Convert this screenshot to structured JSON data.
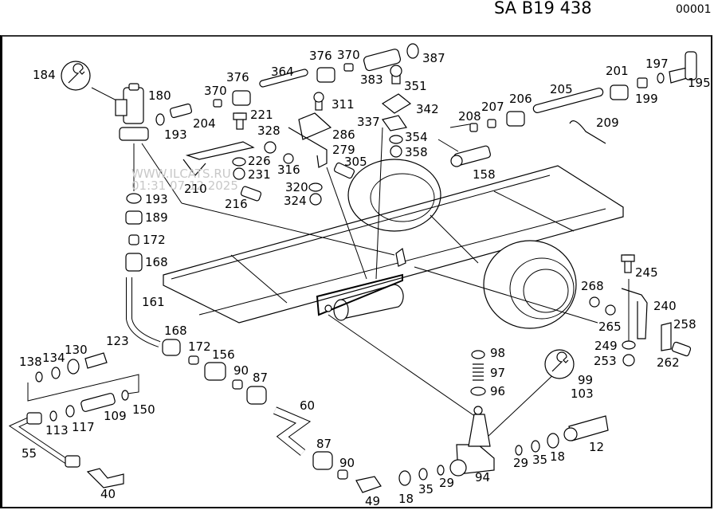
{
  "header": {
    "drawing_code": "SA B19 438",
    "sheet_number": "00001"
  },
  "watermark": {
    "site": "WWW.ILCATS.RU",
    "timestamp": "01:31 07.12.2025"
  },
  "icons": {
    "tool_symbol": "wrench-icon"
  },
  "part_labels": [
    "184",
    "180",
    "193",
    "204",
    "370",
    "376",
    "364",
    "221",
    "328",
    "226",
    "231",
    "210",
    "216",
    "376b",
    "370b",
    "383",
    "387",
    "351",
    "311",
    "342",
    "337",
    "286",
    "279",
    "305",
    "316",
    "320",
    "324",
    "354",
    "358",
    "208",
    "207",
    "206",
    "205",
    "201",
    "199",
    "197",
    "195",
    "209",
    "158",
    "193b",
    "189",
    "172",
    "168",
    "161",
    "123",
    "130",
    "134",
    "138",
    "150",
    "109",
    "117",
    "113",
    "55",
    "40",
    "168b",
    "172b",
    "156",
    "90",
    "87",
    "60",
    "87b",
    "90b",
    "49",
    "18",
    "35",
    "29",
    "94",
    "29b",
    "35b",
    "18b",
    "12",
    "98",
    "97",
    "96",
    "99",
    "103",
    "245",
    "268",
    "240",
    "265",
    "258",
    "249",
    "253",
    "262"
  ],
  "labels": {
    "l184": "184",
    "l180": "180",
    "l193a": "193",
    "l204": "204",
    "l370a": "370",
    "l376a": "376",
    "l364": "364",
    "l221": "221",
    "l328": "328",
    "l226": "226",
    "l231": "231",
    "l210": "210",
    "l216": "216",
    "l376b": "376",
    "l370b": "370",
    "l383": "383",
    "l387": "387",
    "l351": "351",
    "l311": "311",
    "l342": "342",
    "l337": "337",
    "l286": "286",
    "l279": "279",
    "l305": "305",
    "l316": "316",
    "l320": "320",
    "l324": "324",
    "l354": "354",
    "l358": "358",
    "l208": "208",
    "l207": "207",
    "l206": "206",
    "l205": "205",
    "l201": "201",
    "l199": "199",
    "l197": "197",
    "l195": "195",
    "l209": "209",
    "l158": "158",
    "l193b": "193",
    "l189": "189",
    "l172a": "172",
    "l168a": "168",
    "l161": "161",
    "l123": "123",
    "l130": "130",
    "l134": "134",
    "l138": "138",
    "l150": "150",
    "l109": "109",
    "l117": "117",
    "l113": "113",
    "l55": "55",
    "l40": "40",
    "l168b": "168",
    "l172b": "172",
    "l156": "156",
    "l90a": "90",
    "l87a": "87",
    "l60": "60",
    "l87b": "87",
    "l90b": "90",
    "l49": "49",
    "l18a": "18",
    "l35a": "35",
    "l29a": "29",
    "l94": "94",
    "l29b": "29",
    "l35b": "35",
    "l18b": "18",
    "l12": "12",
    "l98": "98",
    "l97": "97",
    "l96": "96",
    "l99": "99",
    "l103": "103",
    "l245": "245",
    "l268": "268",
    "l240": "240",
    "l265": "265",
    "l258": "258",
    "l249": "249",
    "l253": "253",
    "l262": "262"
  }
}
